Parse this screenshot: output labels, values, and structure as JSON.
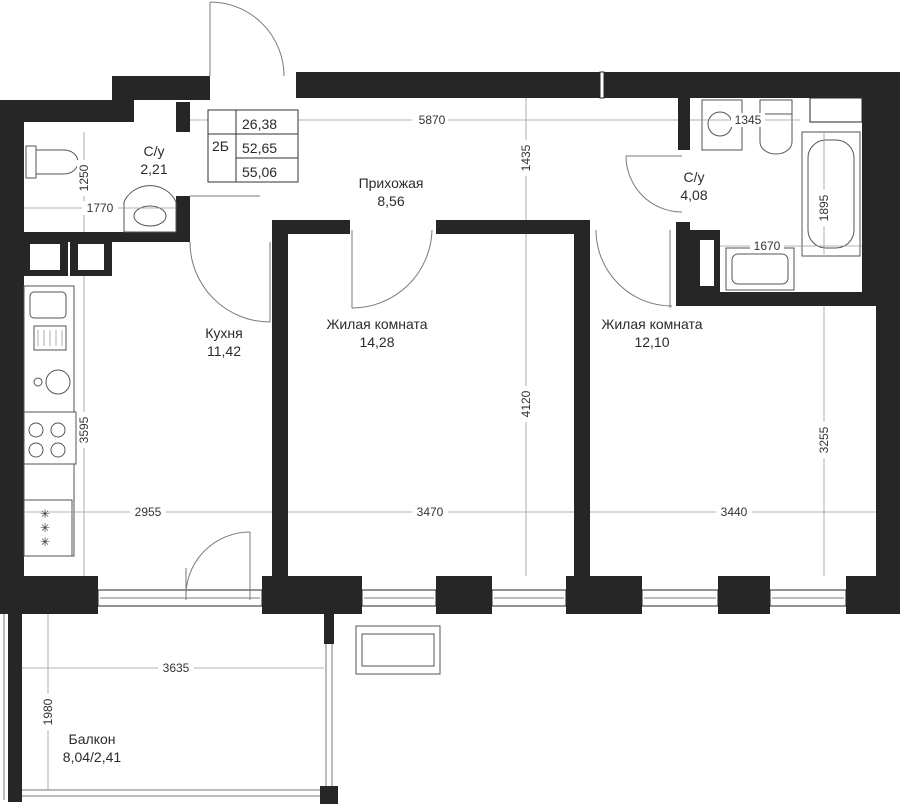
{
  "unit": {
    "code": "2Б",
    "areas": [
      "26,38",
      "52,65",
      "55,06"
    ]
  },
  "rooms": {
    "bath1": {
      "name": "С/у",
      "area": "2,21"
    },
    "hall": {
      "name": "Прихожая",
      "area": "8,56"
    },
    "bath2": {
      "name": "С/у",
      "area": "4,08"
    },
    "kitchen": {
      "name": "Кухня",
      "area": "11,42"
    },
    "living1": {
      "name": "Жилая комната",
      "area": "14,28"
    },
    "living2": {
      "name": "Жилая комната",
      "area": "12,10"
    },
    "balcony": {
      "name": "Балкон",
      "area": "8,04/2,41"
    }
  },
  "dimensions": {
    "hall_width": "5870",
    "hall_depth": "1435",
    "bath1_depth": "1250",
    "bath1_width": "1770",
    "bath2_top": "1345",
    "bath2_tub": "1895",
    "bath2_width": "1670",
    "kitchen_depth": "3595",
    "kitchen_width": "2955",
    "living1_depth": "4120",
    "living1_width": "3470",
    "living2_depth": "3255",
    "living2_width": "3440",
    "balcony_width": "3635",
    "balcony_depth": "1980"
  }
}
